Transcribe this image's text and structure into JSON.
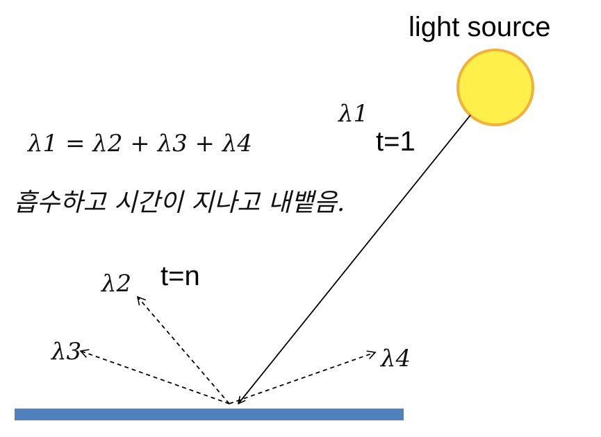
{
  "labels": {
    "light_source": "light source",
    "t_start": "t=1",
    "t_end": "t=n",
    "lambda1": "λ1",
    "lambda2": "λ2",
    "lambda3": "λ3",
    "lambda4": "λ4",
    "equation": "λ1 = λ2 + λ3 + λ4",
    "note": "흡수하고 시간이 지나고 내뱉음."
  },
  "colors": {
    "sun_fill": "#FFEF4A",
    "sun_stroke": "#F2B13A",
    "surface": "#4F81BD",
    "line": "#000000"
  },
  "rays": {
    "incident": "solid",
    "emitted": "dashed"
  }
}
